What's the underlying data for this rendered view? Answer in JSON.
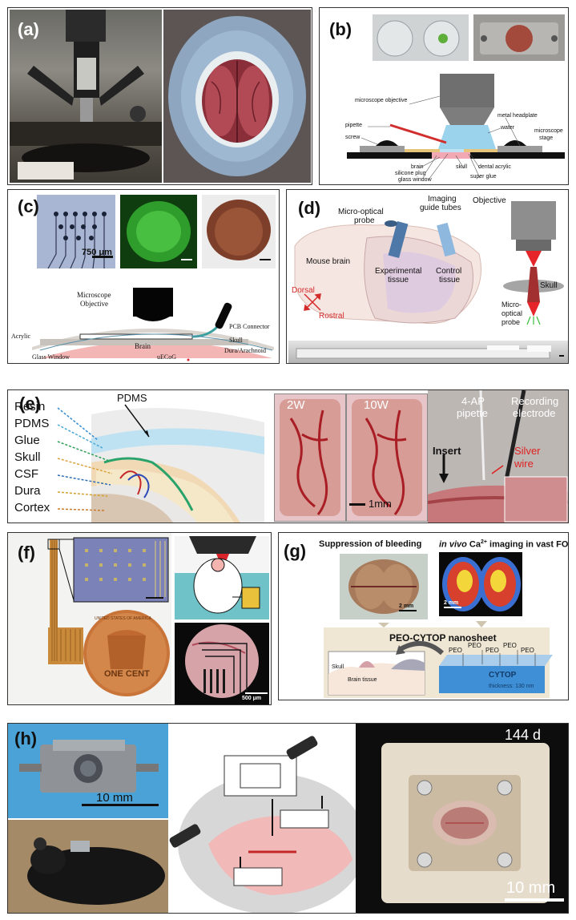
{
  "panel_a": {
    "label": "(a)"
  },
  "panel_b": {
    "label": "(b)",
    "labels": {
      "objective": "microscope objective",
      "pipette": "pipette",
      "screw": "screw",
      "water": "water",
      "headplate": "metal headplate",
      "stage_line1": "microscope",
      "stage_line2": "stage",
      "brain": "brain",
      "plug": "silicone plug",
      "glass": "glass window",
      "skull": "skull",
      "acrylic": "dental acrylic",
      "glue": "super glue"
    }
  },
  "panel_c": {
    "label": "(c)",
    "scale": "750 μm",
    "labels": {
      "objective_line1": "Microscope",
      "objective_line2": "Objective",
      "pcb": "PCB Connector",
      "acrylic": "Acrylic",
      "brain": "Brain",
      "skull": "Skull",
      "dura": "Dura/Arachnoid",
      "glass": "Glass Window",
      "uecog": "uECoG"
    }
  },
  "panel_d": {
    "label": "(d)",
    "labels": {
      "probe_line1": "Micro-optical",
      "probe_line2": "probe",
      "guide_line1": "Imaging",
      "guide_line2": "guide tubes",
      "objective": "Objective",
      "mouse": "Mouse brain",
      "exp_line1": "Experimental",
      "exp_line2": "tissue",
      "ctrl_line1": "Control",
      "ctrl_line2": "tissue",
      "dorsal": "Dorsal",
      "rostral": "Rostral",
      "skull": "Skull",
      "mprobe_line1": "Micro-",
      "mprobe_line2": "optical",
      "mprobe_line3": "probe"
    }
  },
  "panel_e": {
    "label": "(e)",
    "layers": [
      "Resin",
      "PDMS",
      "Glue",
      "Skull",
      "CSF",
      "Dura",
      "Cortex"
    ],
    "layer_colors": [
      "#3a8fd1",
      "#49a9d8",
      "#2f9e57",
      "#d8a23a",
      "#2e6fb5",
      "#d2a12e",
      "#c97a2a"
    ],
    "pdms": "PDMS",
    "week2": "2W",
    "week10": "10W",
    "scale": "1mm",
    "ap_line1": "4-AP",
    "ap_line2": "pipette",
    "rec_line1": "Recording",
    "rec_line2": "electrode",
    "insert": "Insert",
    "silver_line1": "Silver",
    "silver_line2": "wire"
  },
  "panel_f": {
    "label": "(f)",
    "coin_line1": "UNITED STATES OF AMERICA",
    "coin_line2": "ONE CENT",
    "scale": "500 μm"
  },
  "panel_g": {
    "label": "(g)",
    "title_left": "Suppression of bleeding",
    "title_right_prefix": "in vivo",
    "title_right_ca": "Ca",
    "title_right_sup": "2+",
    "title_right_suffix": "imaging in vast FOV",
    "scale_left": "2 mm",
    "scale_right": "2 mm",
    "nanosheet": "PEO-CYTOP nanosheet",
    "peo": "PEO",
    "cytop": "CYTOP",
    "skull": "Skull",
    "brain": "Brain tissue",
    "thickness": "thickness: 130 nm"
  },
  "panel_h": {
    "label": "(h)",
    "scale_left": "10 mm",
    "days": "144 d",
    "scale_right": "10 mm"
  }
}
